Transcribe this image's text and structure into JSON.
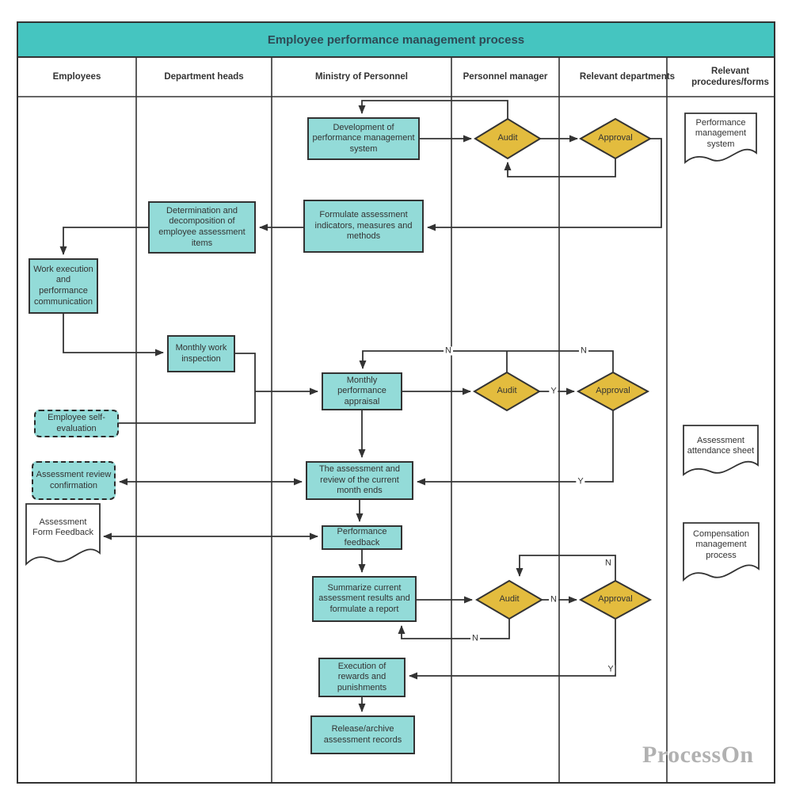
{
  "title": "Employee performance management process",
  "watermark": "ProcessOn",
  "lanes": {
    "employees": "Employees",
    "department_heads": "Department heads",
    "ministry": "Ministry of Personnel",
    "personnel_manager": "Personnel manager",
    "relevant_departments": "Relevant departments",
    "relevant_procedures": "Relevant procedures/forms"
  },
  "nodes": {
    "development": "Development of performance management system",
    "audit1": "Audit",
    "approval1": "Approval",
    "formulate": "Formulate assessment indicators, measures and methods",
    "determination": "Determination and decomposition of employee assessment items",
    "work_execution": "Work execution and performance communication",
    "monthly_inspection": "Monthly work inspection",
    "self_evaluation": "Employee self-evaluation",
    "monthly_appraisal": "Monthly performance appraisal",
    "audit2": "Audit",
    "approval2": "Approval",
    "review_confirmation": "Assessment review confirmation",
    "month_ends": "The assessment and review of the current month ends",
    "performance_feedback": "Performance feedback",
    "summarize": "Summarize current assessment results and formulate a report",
    "audit3": "Audit",
    "approval3": "Approval",
    "execution": "Execution of rewards and punishments",
    "release": "Release/archive assessment records"
  },
  "documents": {
    "performance_system": "Performance management system",
    "attendance_sheet": "Assessment attendance sheet",
    "form_feedback": "Assessment Form Feedback",
    "compensation_process": "Compensation management process"
  },
  "edge_labels": {
    "appraisal_redo_n1": "N",
    "appraisal_redo_n2": "N",
    "audit2_yes": "Y",
    "approval2_yes": "Y",
    "audit3_to_approval": "N",
    "approval3_no": "N",
    "audit3_no": "N",
    "approval3_yes": "Y"
  },
  "colors": {
    "title_bar_fill": "#45c5c0",
    "process_fill": "#93dbd8",
    "decision_fill": "#e3bc3e",
    "shape_border": "#333333",
    "connector": "#333333",
    "document_fill": "#ffffff",
    "watermark_gray": "#b1b1b1"
  }
}
